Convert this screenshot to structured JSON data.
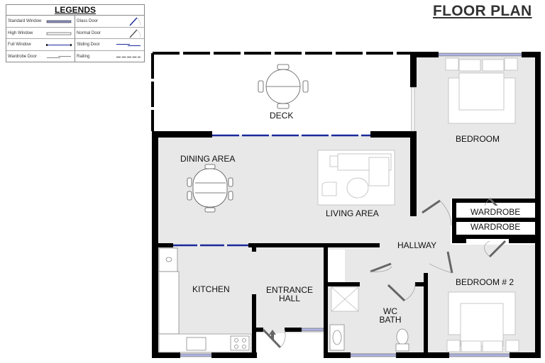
{
  "title": "FLOOR PLAN",
  "legend": {
    "title": "LEGENDS",
    "items": [
      {
        "label": "Standard Window",
        "symbol": "standard-window"
      },
      {
        "label": "Glass Door",
        "symbol": "glass-door"
      },
      {
        "label": "High Window",
        "symbol": "high-window"
      },
      {
        "label": "Normal Door",
        "symbol": "normal-door"
      },
      {
        "label": "Full Window",
        "symbol": "full-window"
      },
      {
        "label": "Sliding Door",
        "symbol": "sliding-door"
      },
      {
        "label": "Wardrobe Door",
        "symbol": "wardrobe-door"
      },
      {
        "label": "Railing",
        "symbol": "railing"
      }
    ]
  },
  "rooms": {
    "deck": "DECK",
    "bedroom": "BEDROOM",
    "dining": "DINING AREA",
    "living": "LIVING AREA",
    "wardrobe1": "WARDROBE",
    "wardrobe2": "WARDROBE",
    "hallway": "HALLWAY",
    "kitchen": "KITCHEN",
    "entrance_line1": "ENTRANCE",
    "entrance_line2": "HALL",
    "bedroom2": "BEDROOM # 2",
    "wc_line1": "WC",
    "wc_line2": "BATH"
  },
  "colors": {
    "wall": "#000000",
    "floor": "#e8e8e8",
    "window": "#1a2a9a",
    "door": "#666666"
  }
}
